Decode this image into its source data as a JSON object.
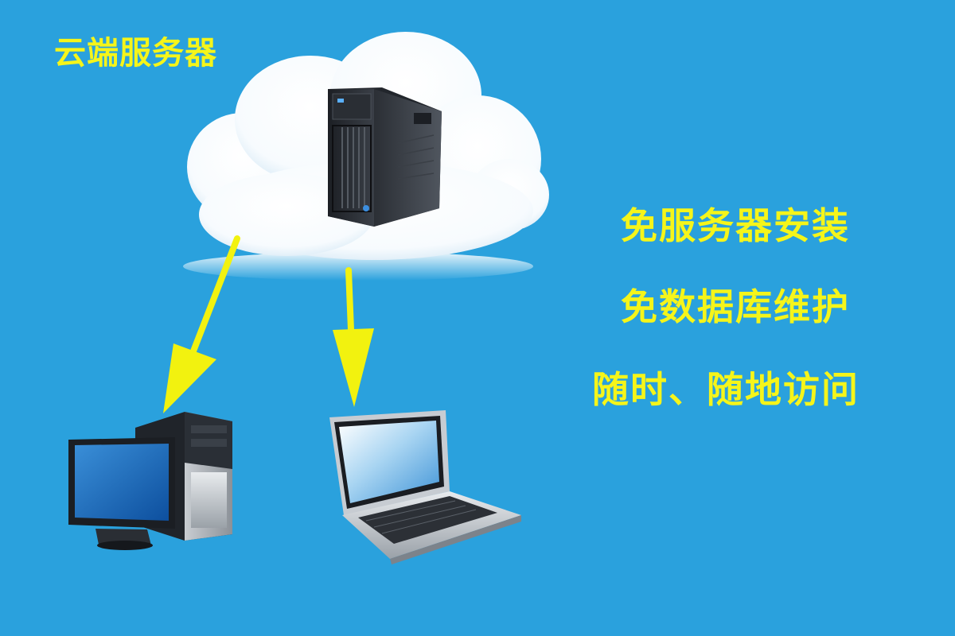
{
  "labels": {
    "cloud_server": "云端服务器"
  },
  "features": [
    "免服务器安装",
    "免数据库维护",
    "随时、随地访问"
  ],
  "colors": {
    "background": "#2aa1dd",
    "text_yellow": "#f5f51a",
    "arrow_yellow": "#f2f20f",
    "cloud_white": "#ffffff"
  },
  "icons": {
    "cloud": "cloud-icon",
    "server": "tower-server-icon",
    "desktop": "desktop-computer-icon",
    "laptop": "laptop-icon"
  }
}
